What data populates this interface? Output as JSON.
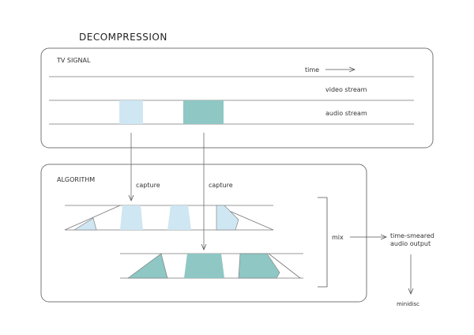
{
  "title": "DECOMPRESSION",
  "tv_signal": {
    "label": "TV SIGNAL",
    "time_label": "time",
    "video_stream_label": "video stream",
    "audio_stream_label": "audio stream"
  },
  "algorithm": {
    "label": "ALGORITHM",
    "capture_label_1": "capture",
    "capture_label_2": "capture"
  },
  "mix_label": "mix",
  "output": {
    "line1": "time-smeared",
    "line2": "audio output"
  },
  "minidisc_label": "minidisc",
  "colors": {
    "light_blue": "#cfe6f3",
    "teal": "#8ec7c3",
    "stroke": "#777777"
  }
}
